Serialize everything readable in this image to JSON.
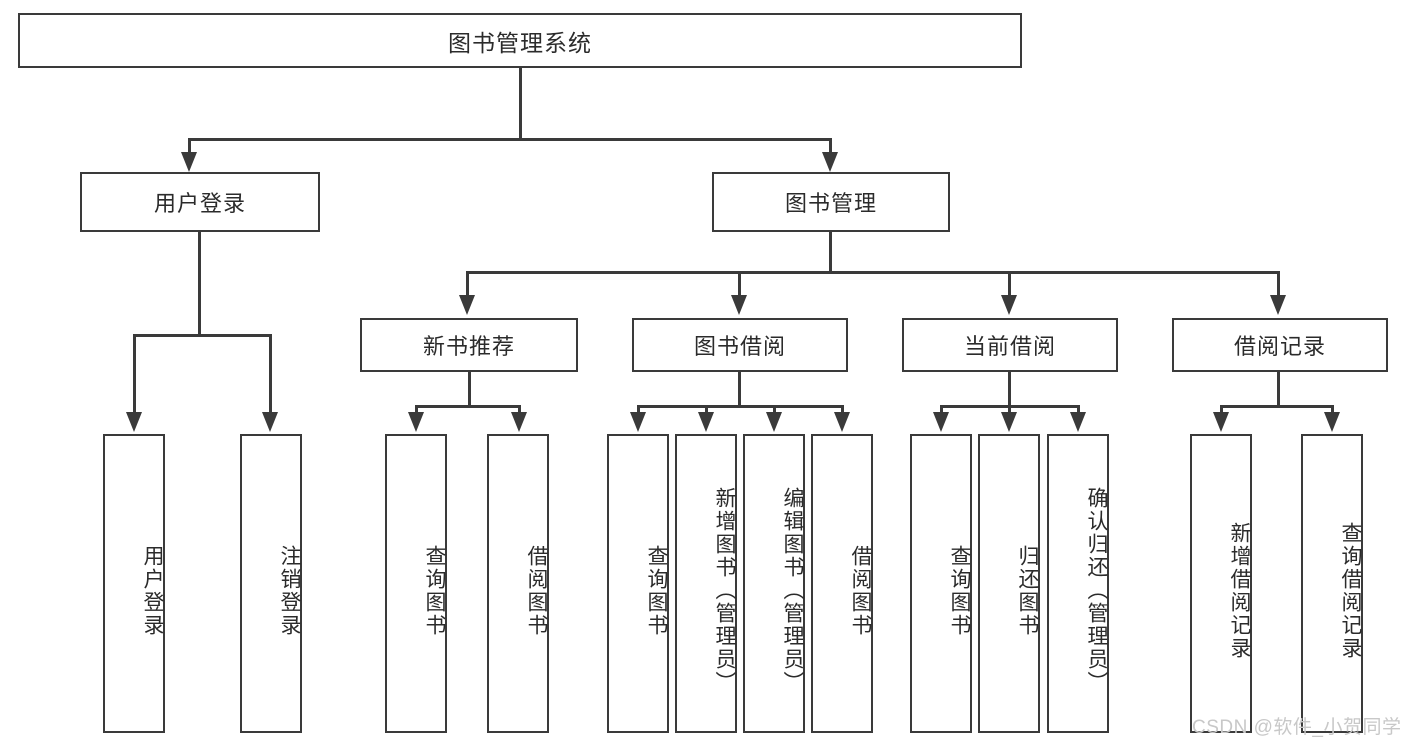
{
  "diagram": {
    "title_node": {
      "label": "图书管理系统"
    },
    "level2": [
      {
        "label": "用户登录"
      },
      {
        "label": "图书管理"
      }
    ],
    "level3": [
      {
        "label": "新书推荐"
      },
      {
        "label": "图书借阅"
      },
      {
        "label": "当前借阅"
      },
      {
        "label": "借阅记录"
      }
    ],
    "leaves": {
      "user_login": [
        {
          "label": "用户登录"
        },
        {
          "label": "注销登录"
        }
      ],
      "new_book_recommend": [
        {
          "label": "查询图书"
        },
        {
          "label": "借阅图书"
        }
      ],
      "book_borrow": [
        {
          "label": "查询图书"
        },
        {
          "label": "新增图书（管理员）"
        },
        {
          "label": "编辑图书（管理员）"
        },
        {
          "label": "借阅图书"
        }
      ],
      "current_borrow": [
        {
          "label": "查询图书"
        },
        {
          "label": "归还图书"
        },
        {
          "label": "确认归还（管理员）"
        }
      ],
      "borrow_record": [
        {
          "label": "新增借阅记录"
        },
        {
          "label": "查询借阅记录"
        }
      ]
    },
    "watermark": {
      "text": "CSDN @软件_小贺同学"
    },
    "colors": {
      "line": "#3a3a3a",
      "text": "#2b2b2b",
      "background": "#ffffff",
      "watermark": "#c8c8c8"
    }
  }
}
